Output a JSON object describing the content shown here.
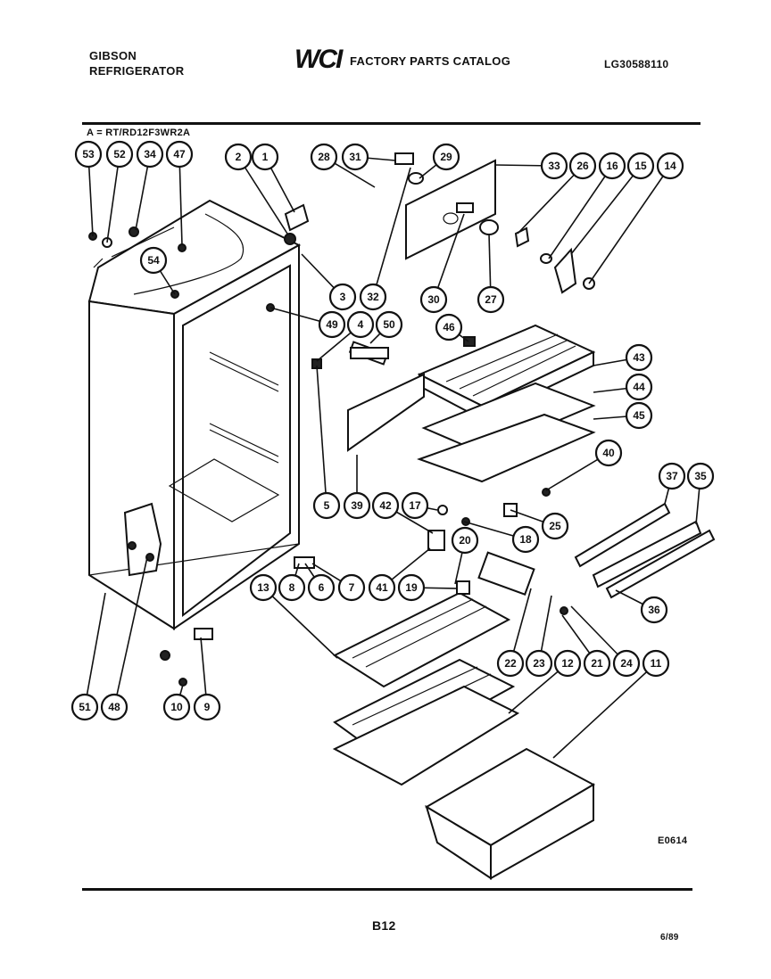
{
  "header": {
    "brand_line1": "GIBSON",
    "brand_line2": "REFRIGERATOR",
    "logo": "WCI",
    "catalog_title": "FACTORY PARTS CATALOG",
    "model_number": "LG30588110"
  },
  "variant_line": "A = RT/RD12F3WR2A",
  "figure_code": "E0614",
  "page_number": "B12",
  "date_code": "6/89",
  "callouts": [
    "1",
    "2",
    "3",
    "4",
    "5",
    "6",
    "7",
    "8",
    "9",
    "10",
    "11",
    "12",
    "13",
    "14",
    "15",
    "16",
    "17",
    "18",
    "19",
    "20",
    "21",
    "22",
    "23",
    "24",
    "25",
    "26",
    "27",
    "28",
    "29",
    "30",
    "31",
    "32",
    "33",
    "34",
    "35",
    "36",
    "37",
    "39",
    "40",
    "41",
    "42",
    "43",
    "44",
    "45",
    "46",
    "47",
    "48",
    "49",
    "50",
    "51",
    "52",
    "53",
    "54"
  ]
}
